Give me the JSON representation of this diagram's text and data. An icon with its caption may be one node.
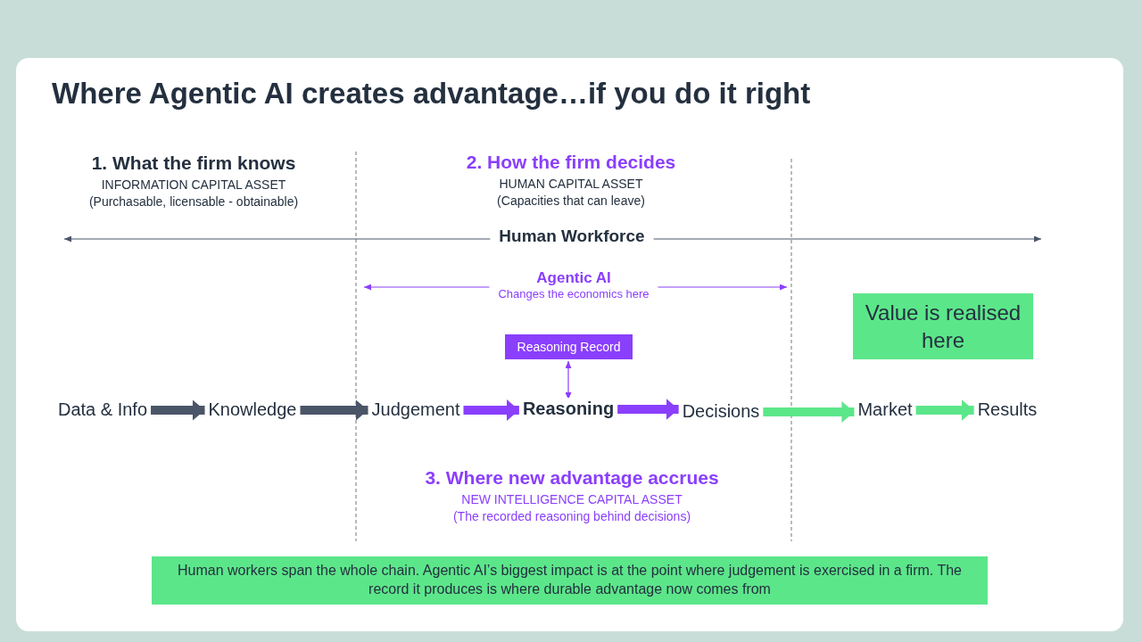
{
  "diagram": {
    "title": "Where Agentic AI creates advantage…if you do it right",
    "nodes": [
      {
        "text": [
          "Human Workforce"
        ]
      },
      {
        "text": [
          "Agentic AI",
          "Changes the economics here"
        ]
      },
      {
        "text": [
          "Value is realised here"
        ]
      },
      {
        "text": [
          "Reasoning Record"
        ]
      },
      {
        "text": [
          "Data & Info"
        ]
      },
      {
        "text": [
          "Knowledge"
        ]
      },
      {
        "text": [
          "Judgement"
        ]
      },
      {
        "text": [
          "Reasoning"
        ]
      },
      {
        "text": [
          "Decisions"
        ]
      },
      {
        "text": [
          "Market"
        ]
      },
      {
        "text": [
          "Results"
        ]
      },
      {
        "text": [
          "Human workers span the whole chain. Agentic AI’s biggest impact is at the point where judgement is exercised in a firm. The record it produces is where durable advantage now comes from"
        ]
      }
    ],
    "edges": [
      {
        "from": 0,
        "to": null,
        "arrow": "to",
        "color": "#4a5568"
      },
      {
        "from": 0,
        "to": null,
        "arrow": "to",
        "color": "#4a5568"
      },
      {
        "from": 1,
        "to": null,
        "arrow": "to",
        "color": "#8a3ffc"
      },
      {
        "from": 1,
        "to": null,
        "arrow": "to",
        "color": "#8a3ffc"
      },
      {
        "from": 4,
        "to": 5,
        "arrow": "to",
        "color": "#4a5568"
      },
      {
        "from": 5,
        "to": 6,
        "arrow": "to",
        "color": "#4a5568"
      },
      {
        "from": 6,
        "to": 7,
        "arrow": "to",
        "color": "#8a3ffc"
      },
      {
        "from": 7,
        "to": 8,
        "arrow": "to",
        "color": "#8a3ffc"
      },
      {
        "from": 8,
        "to": 9,
        "arrow": "to",
        "color": "#5ce68a"
      },
      {
        "from": 9,
        "to": 10,
        "arrow": "to",
        "color": "#5ce68a"
      },
      {
        "from": 3,
        "to": 7,
        "arrow": "both",
        "color": "#8a3ffc"
      }
    ],
    "labels": [
      "1. What the firm knows",
      "INFORMATION CAPITAL ASSET",
      "(Purchasable, licensable - obtainable)",
      "2. How the firm decides",
      "HUMAN CAPITAL ASSET",
      "(Capacities that can leave)",
      "3. Where new advantage accrues",
      "NEW INTELLIGENCE CAPITAL ASSET",
      "(The recorded reasoning behind decisions)"
    ]
  }
}
